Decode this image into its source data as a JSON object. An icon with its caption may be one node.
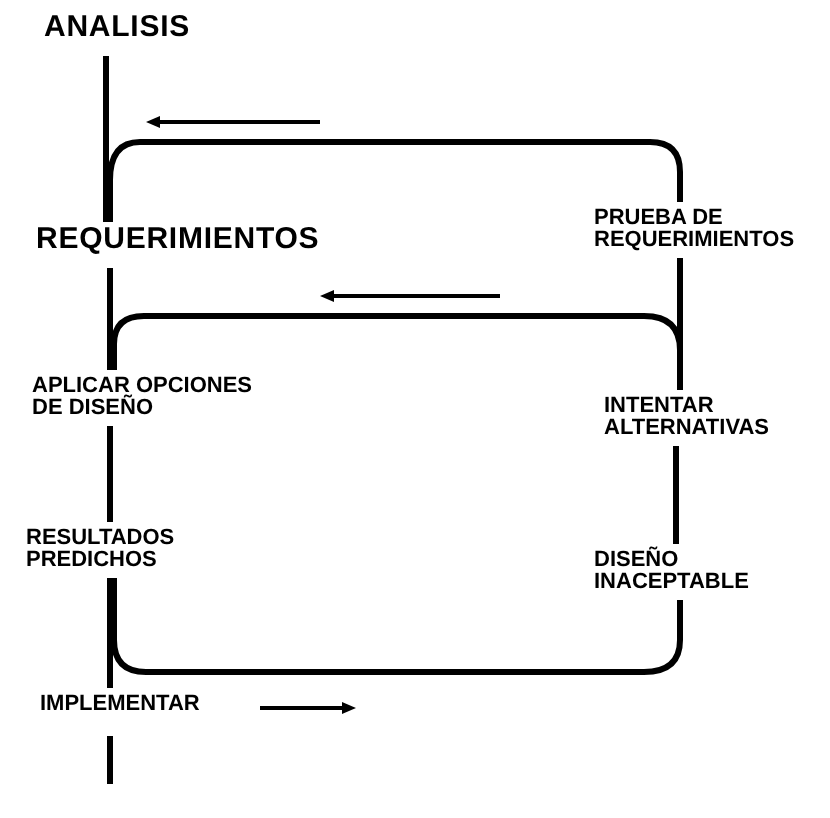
{
  "diagram": {
    "nodes": [
      {
        "text": [
          "ANALISIS"
        ]
      },
      {
        "text": [
          "REQUERIMIENTOS"
        ]
      },
      {
        "text": [
          "PRUEBA DE REQUERIMIENTOS"
        ]
      },
      {
        "text": [
          "APLICAR OPCIONES DE DISEÑO"
        ]
      },
      {
        "text": [
          "INTENTAR ALTERNATIVAS"
        ]
      },
      {
        "text": [
          "RESULTADOS PREDICHOS"
        ]
      },
      {
        "text": [
          "DISEÑO INACEPTABLE"
        ]
      },
      {
        "text": [
          "IMPLEMENTAR"
        ]
      }
    ],
    "edges": [
      {
        "from": 0,
        "to": 1,
        "arrow": "none"
      },
      {
        "from": 2,
        "to": 1,
        "arrow": "none"
      },
      {
        "from": 1,
        "to": 3,
        "arrow": "none"
      },
      {
        "from": 2,
        "to": 4,
        "arrow": "none"
      },
      {
        "from": 4,
        "to": 3,
        "arrow": "none"
      },
      {
        "from": 3,
        "to": 5,
        "arrow": "none"
      },
      {
        "from": 4,
        "to": 6,
        "arrow": "none"
      },
      {
        "from": 5,
        "to": 7,
        "arrow": "none"
      },
      {
        "from": 5,
        "to": 6,
        "arrow": "none"
      },
      {
        "from": 7,
        "to": null,
        "arrow": "none"
      }
    ]
  }
}
